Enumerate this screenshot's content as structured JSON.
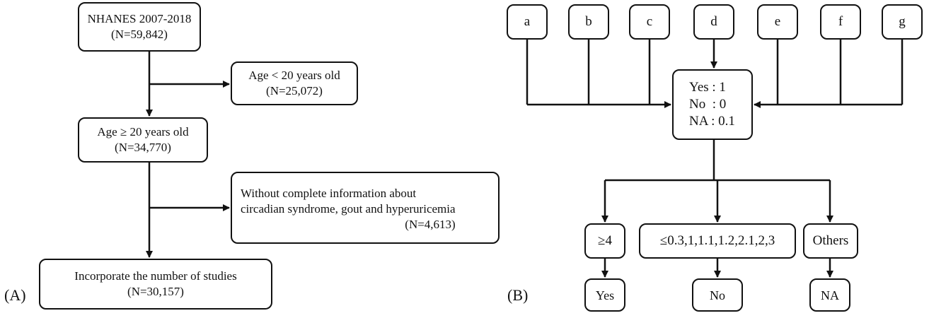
{
  "panel_a": {
    "label": "(A)",
    "start": {
      "line1": "NHANES 2007-2018",
      "line2": "(N=59,842)"
    },
    "exclusion1": {
      "line1": "Age < 20 years old",
      "line2": "(N=25,072)"
    },
    "middle": {
      "line1": "Age ≥ 20 years old",
      "line2": "(N=34,770)"
    },
    "exclusion2": {
      "line1": "Without complete information about",
      "line2": "circadian syndrome, gout and hyperuricemia",
      "line3": "(N=4,613)"
    },
    "final": {
      "line1": "Incorporate the number of studies",
      "line2": "(N=30,157)"
    }
  },
  "panel_b": {
    "label": "(B)",
    "inputs": [
      "a",
      "b",
      "c",
      "d",
      "e",
      "f",
      "g"
    ],
    "scoring": {
      "yes": "Yes : 1",
      "no": "No  : 0",
      "na": "NA : 0.1"
    },
    "branches": {
      "high": "≥4",
      "low": "≤0.3,1,1.1,1.2,2.1,2,3",
      "other": "Others"
    },
    "outcomes": {
      "yes": "Yes",
      "no": "No",
      "na": "NA"
    }
  },
  "style": {
    "stroke": "#111111",
    "background": "#ffffff"
  }
}
